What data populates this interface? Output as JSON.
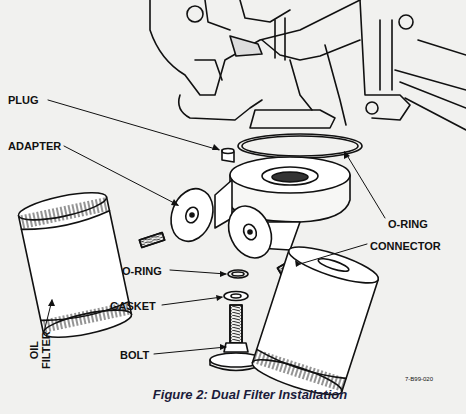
{
  "diagram": {
    "caption": "Figure 2: Dual Filter Installation",
    "labels": [
      "PLUG",
      "ADAPTER",
      "O-RING",
      "CONNECTOR",
      "O-RING",
      "GASKET",
      "BOLT",
      "OIL FILTER",
      "7-B99-020"
    ]
  }
}
